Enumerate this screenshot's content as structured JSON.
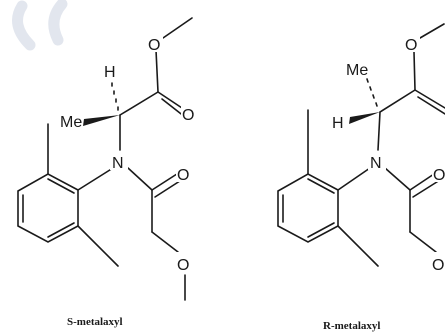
{
  "colors": {
    "ink": "#1a1a1a",
    "background": "#ffffff",
    "watermark": "#d8dde8"
  },
  "molecules": [
    {
      "caption": "S-metalaxyl",
      "labels": {
        "hydrogen": "H",
        "methyl": "Me",
        "nitrogen": "N",
        "ester_oxygen": "O",
        "carbonyl_oxygen_1": "O",
        "carbonyl_oxygen_2": "O",
        "ether_oxygen": "O"
      }
    },
    {
      "caption": "R-metalaxyl",
      "labels": {
        "hydrogen": "H",
        "methyl": "Me",
        "nitrogen": "N",
        "ester_oxygen": "O",
        "carbonyl_oxygen_1": "O",
        "ether_oxygen": "O"
      }
    }
  ]
}
